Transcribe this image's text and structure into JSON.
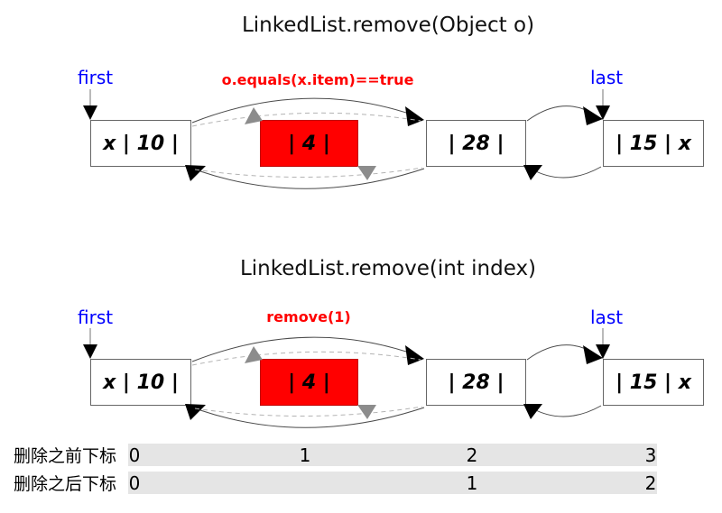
{
  "diagram1": {
    "title": "LinkedList.remove(Object o)",
    "first_label": "first",
    "last_label": "last",
    "annotation": "o.equals(x.item)==true",
    "nodes": [
      {
        "label": "x | 10 |",
        "highlight": false
      },
      {
        "label": "| 4 |",
        "highlight": true
      },
      {
        "label": "| 28 |",
        "highlight": false
      },
      {
        "label": "| 15 | x",
        "highlight": false
      }
    ]
  },
  "diagram2": {
    "title": "LinkedList.remove(int index)",
    "first_label": "first",
    "last_label": "last",
    "annotation": "remove(1)",
    "nodes": [
      {
        "label": "x | 10 |",
        "highlight": false
      },
      {
        "label": "| 4 |",
        "highlight": true
      },
      {
        "label": "| 28 |",
        "highlight": false
      },
      {
        "label": "| 15 | x",
        "highlight": false
      }
    ]
  },
  "index_table": {
    "before_label": "删除之前下标",
    "before_values": [
      "0",
      "1",
      "2",
      "3"
    ],
    "after_label": "删除之后下标",
    "after_values": [
      "0",
      "1",
      "2"
    ]
  },
  "colors": {
    "node_highlight": "#ff0000",
    "annotation_red": "#ff0000",
    "pointer_blue": "#0000ff",
    "index_bar_gray": "#e5e5e5"
  }
}
